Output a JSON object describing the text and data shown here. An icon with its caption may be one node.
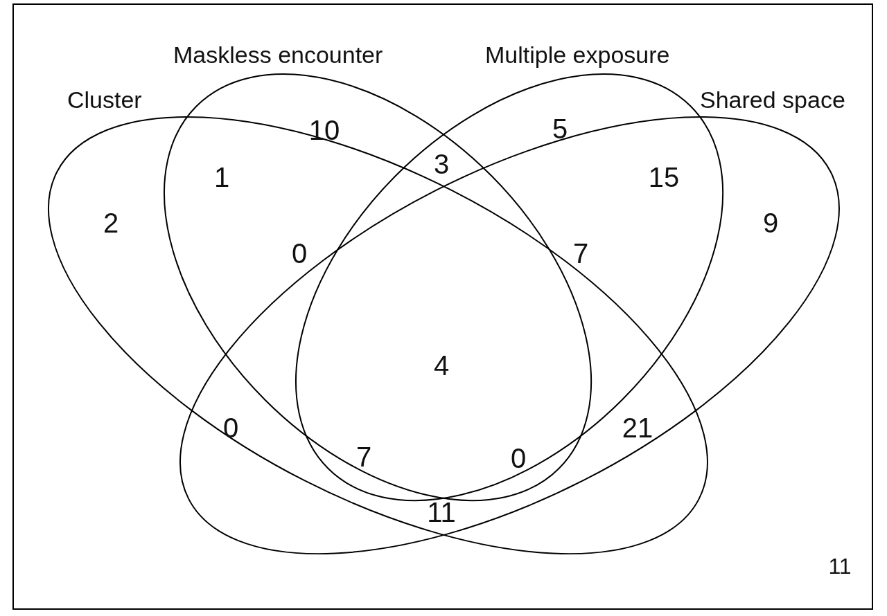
{
  "diagram": {
    "nodes": [
      {
        "text": [
          "Cluster"
        ]
      },
      {
        "text": [
          "Maskless encounter"
        ]
      },
      {
        "text": [
          "Multiple exposure"
        ]
      },
      {
        "text": [
          "Shared space"
        ]
      }
    ],
    "labels": [
      "10",
      "5",
      "3",
      "1",
      "15",
      "2",
      "9",
      "0",
      "7",
      "4",
      "0",
      "21",
      "7",
      "0",
      "11",
      "11"
    ]
  }
}
